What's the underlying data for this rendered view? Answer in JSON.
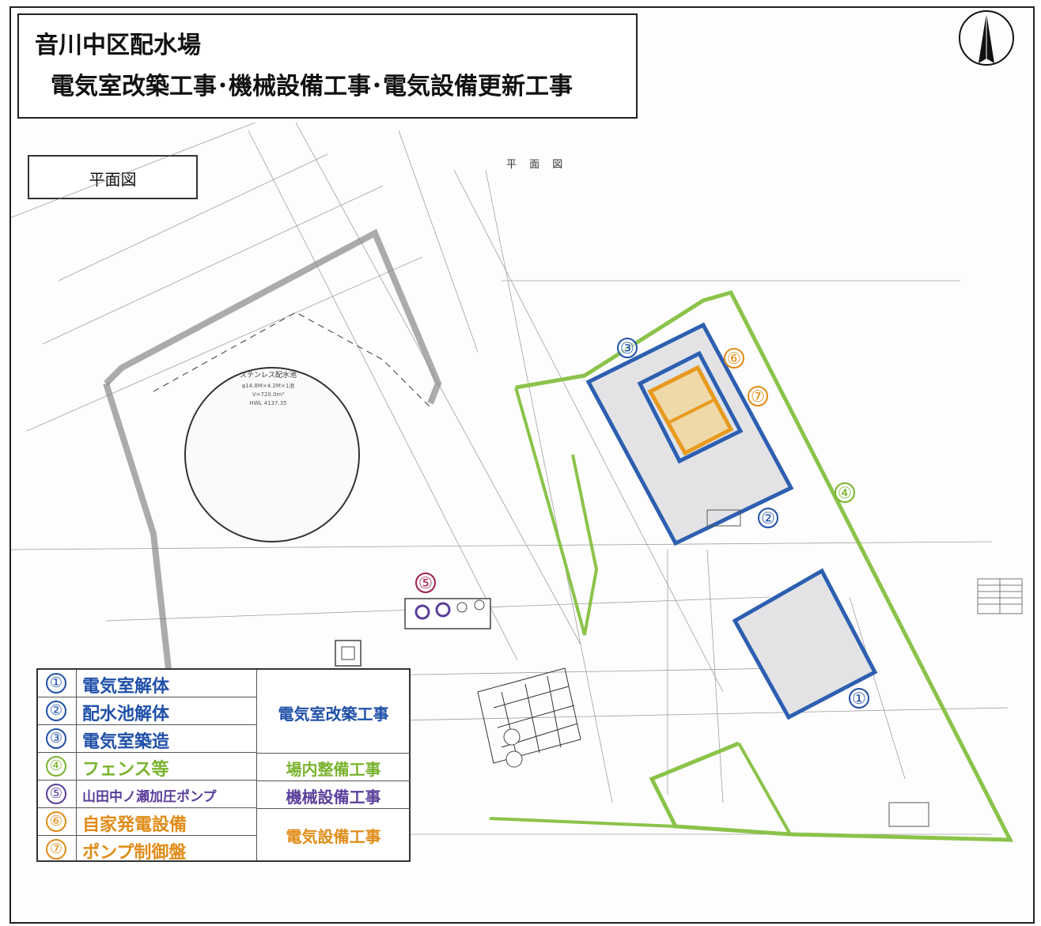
{
  "title": {
    "line1": "音川中区配水場",
    "line2": "電気室改築工事･機械設備工事･電気設備更新工事"
  },
  "plan_label": "平面図",
  "drawing_title": "平 面 図",
  "compass_icon": "north-arrow-icon",
  "map_labels": {
    "tank": "ステンレス配水池"
  },
  "markers": {
    "m1": "①",
    "m2": "②",
    "m3": "③",
    "m4": "④",
    "m5": "⑤",
    "m6": "⑥",
    "m7": "⑦"
  },
  "legend": {
    "items": [
      {
        "marker": "①",
        "label": "電気室解体"
      },
      {
        "marker": "②",
        "label": "配水池解体"
      },
      {
        "marker": "③",
        "label": "電気室築造"
      },
      {
        "marker": "④",
        "label": "フェンス等"
      },
      {
        "marker": "⑤",
        "label": "山田中ノ瀬加圧ポンプ"
      },
      {
        "marker": "⑥",
        "label": "自家発電設備"
      },
      {
        "marker": "⑦",
        "label": "ポンプ制御盤"
      }
    ],
    "categories": {
      "denki_kaichiku": "電気室改築工事",
      "jonai_seibi": "場内整備工事",
      "kikai_setsubi": "機械設備工事",
      "denki_setsubi": "電気設備工事"
    }
  },
  "colors": {
    "blue": "#2050a8",
    "green": "#7ab32e",
    "purple": "#5a3f9a",
    "orange": "#e08c18",
    "maroon": "#a0204a"
  }
}
